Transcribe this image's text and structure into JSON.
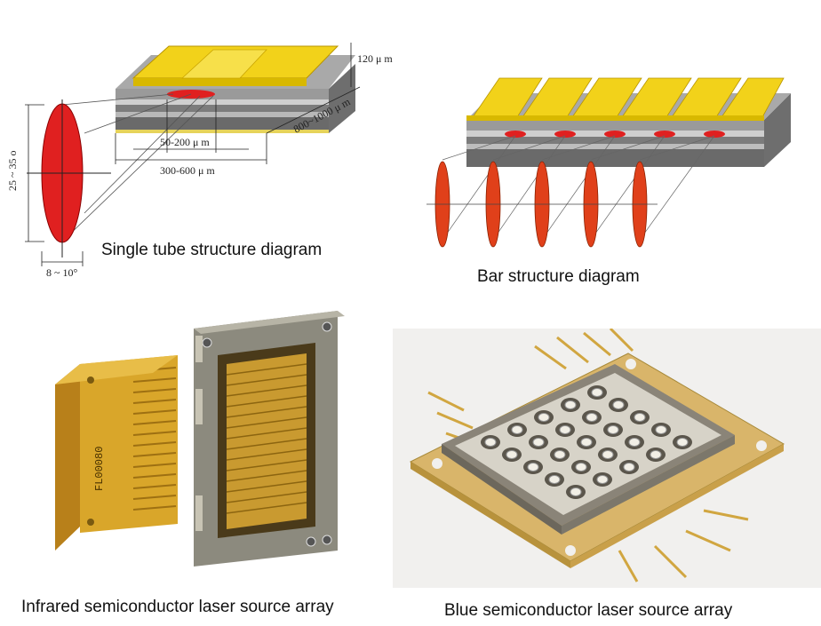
{
  "captions": {
    "single_tube": "Single tube structure diagram",
    "bar": "Bar structure diagram",
    "infrared": "Infrared semiconductor laser source array",
    "blue": "Blue semiconductor laser source array"
  },
  "single_tube_labels": {
    "height": "120 μ m",
    "length": "800~1000 μ m",
    "stripe_width": "50-200 μ m",
    "chip_width": "300-600 μ m",
    "vertical_divergence": "25 ~ 35 o",
    "horizontal_divergence": "8 ~ 10°"
  },
  "infrared_module_label": "FL00080",
  "colors": {
    "gold": "#f2d21a",
    "gold_dark": "#c9a400",
    "beam_red": "#e02020",
    "layer_gray": "#8a8a8a",
    "module_gold": "#d9a62a",
    "steel": "#8c8a7e",
    "ceramic": "#d7d3c8"
  }
}
